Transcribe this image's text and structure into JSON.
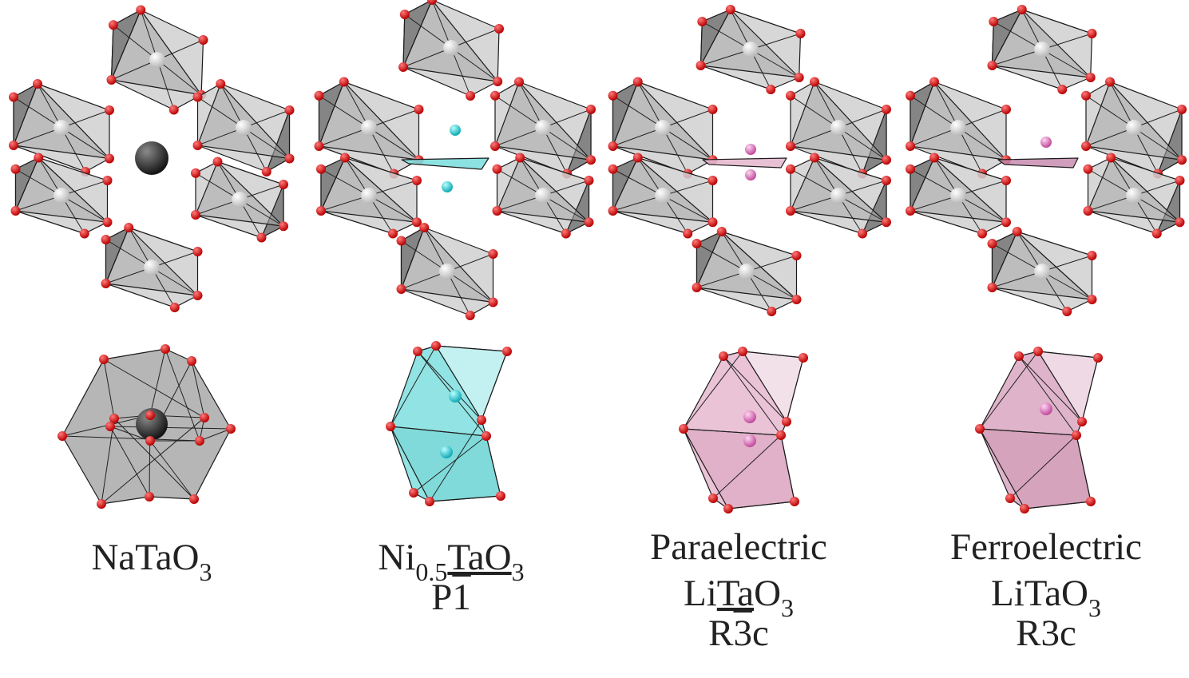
{
  "colors": {
    "oxygen": "#e00000",
    "octahedron_face": "#9a9a9a",
    "sodium": "#2c2c2c",
    "nickel": "#22d3dc",
    "lithium": "#e576c4",
    "ni_polyhedron": "#7fdede",
    "li_polyhedron": "#e6b9cf"
  },
  "icons": [
    "oxygen-atom",
    "tantalum-atom",
    "octahedron",
    "cation-polyhedron"
  ],
  "structures": [
    {
      "cation": "sodium",
      "labels": {
        "name_main": "NaTaO",
        "name_sub": "3"
      }
    },
    {
      "cation": "nickel",
      "labels": {
        "name_a": "Ni",
        "name_a_sub": "0.5",
        "name_b": "TaO",
        "name_b_sub": "3",
        "spacegroup_letter": "P",
        "spacegroup_bar_digit": "1"
      }
    },
    {
      "cation": "lithium",
      "labels": {
        "phase": "Paraelectric",
        "name_a": "Li",
        "name_b": "Ta",
        "name_c": "O",
        "name_c_sub": "3",
        "spacegroup_letter": "R",
        "spacegroup_bar_digit": "3",
        "spacegroup_suffix": "c"
      }
    },
    {
      "cation": "lithium",
      "labels": {
        "phase": "Ferroelectric",
        "name_main": "LiTaO",
        "name_sub": "3",
        "spacegroup": "R3c"
      }
    }
  ]
}
